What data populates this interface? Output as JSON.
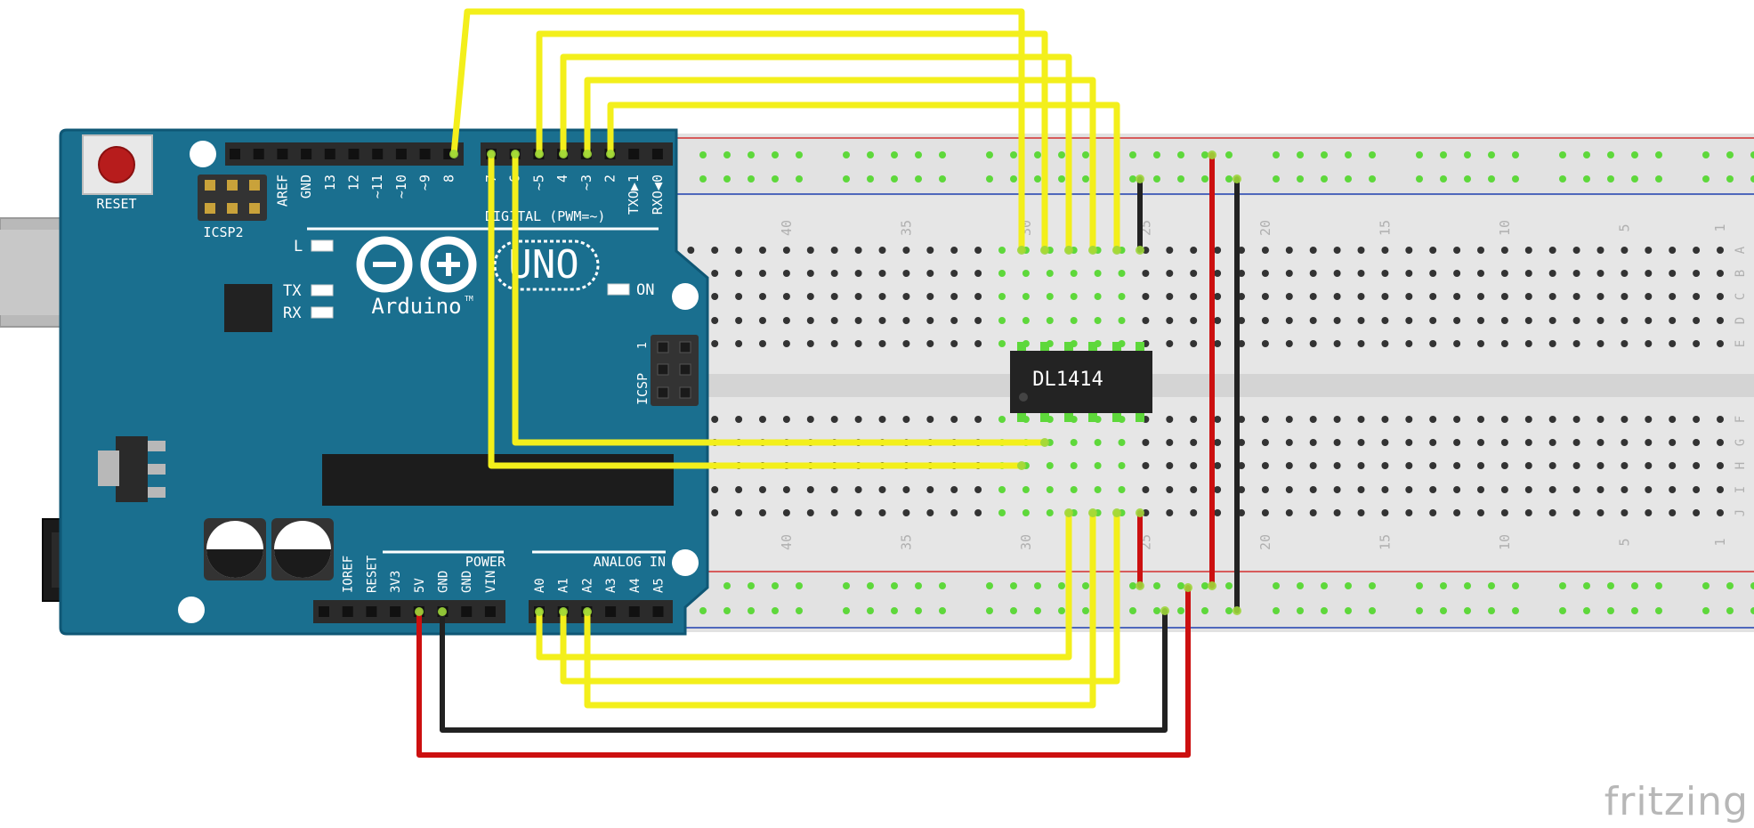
{
  "brand": "fritzing",
  "colors": {
    "board": "#1a6f8f",
    "board_edge": "#0f5775",
    "breadboard": "#e8e8e8",
    "rail_red": "#d32f2f",
    "rail_blue": "#1e3fb0",
    "wire_yellow": "#f3ef1b",
    "wire_red": "#cc1010",
    "wire_black": "#222222",
    "chip": "#232323",
    "hole": "#333333",
    "hole_active": "#5ed83b"
  },
  "arduino": {
    "reset_label": "RESET",
    "icsp2_label": "ICSP2",
    "icsp_label": "ICSP",
    "icsp_pin1": "1",
    "uno_label": "UNO",
    "brand_label": "Arduino",
    "trademark": "TM",
    "led_l": "L",
    "led_tx": "TX",
    "led_rx": "RX",
    "led_on": "ON",
    "digital_label": "DIGITAL (PWM=~)",
    "power_label": "POWER",
    "analog_label": "ANALOG IN",
    "top_header_left": [
      "AREF",
      "GND",
      "13",
      "12",
      "~11",
      "~10",
      "~9",
      "8"
    ],
    "top_header_right": [
      "7",
      "~6",
      "~5",
      "4",
      "~3",
      "2",
      "TXO▶1",
      "RXO◀0"
    ],
    "bottom_power": [
      "IOREF",
      "RESET",
      "3V3",
      "5V",
      "GND",
      "GND",
      "VIN"
    ],
    "bottom_analog": [
      "A0",
      "A1",
      "A2",
      "A3",
      "A4",
      "A5"
    ]
  },
  "breadboard": {
    "column_numbers": [
      "40",
      "35",
      "30",
      "25",
      "20",
      "15",
      "10",
      "5",
      "1"
    ],
    "row_letters_top": [
      "A",
      "B",
      "C",
      "D",
      "E"
    ],
    "row_letters_bottom": [
      "F",
      "G",
      "H",
      "I",
      "J"
    ]
  },
  "chip": {
    "label": "DL1414"
  }
}
